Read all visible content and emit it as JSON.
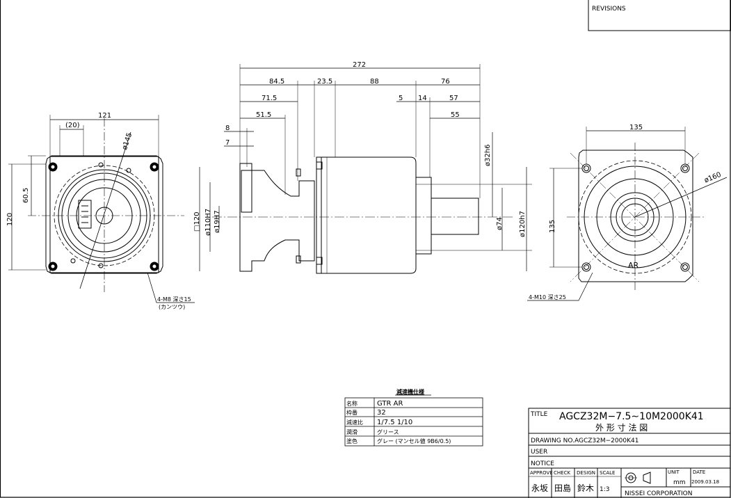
{
  "revisions_label": "REVISIONS",
  "front_view": {
    "dim_121": "121",
    "dim_20": "(20)",
    "dim_phi145": "ø145",
    "dim_60_5": "60.5",
    "dim_120": "120",
    "note_tap": "4-M8 深さ15",
    "note_tap_sub": "(カンツウ)"
  },
  "side_view": {
    "dim_272": "272",
    "dim_84_5": "84.5",
    "dim_23_5": "23.5",
    "dim_88": "88",
    "dim_76": "76",
    "dim_71_5": "71.5",
    "dim_5": "5",
    "dim_14": "14",
    "dim_57": "57",
    "dim_51_5": "51.5",
    "dim_55": "55",
    "dim_8": "8",
    "dim_7": "7",
    "dim_phi32h6": "ø32h6",
    "dim_D120": "□120",
    "dim_phi110H7": "ø110H7",
    "dim_phi19H7": "ø19H7",
    "dim_phi74": "ø74",
    "dim_phi120h7": "ø120h7"
  },
  "rear_view": {
    "dim_135_h": "135",
    "dim_135_v": "135",
    "dim_phi160": "ø160",
    "note_tap": "4-M10 深さ25"
  },
  "spec_table": {
    "title": "減速機仕様",
    "rows": [
      {
        "label": "名称",
        "value": "GTR AR"
      },
      {
        "label": "枠番",
        "value": "32"
      },
      {
        "label": "減速比",
        "value": "1/7.5  1/10"
      },
      {
        "label": "潤滑",
        "value": "グリース"
      },
      {
        "label": "塗色",
        "value": "グレー (マンセル値 9B6/0.5)"
      }
    ]
  },
  "title_block": {
    "title_label": "TITLE",
    "title_value": "AGCZ32M−7.5∼10M2000K41",
    "title_sub": "外 形 寸 法 図",
    "drawing_no_label": "DRAWING NO.",
    "drawing_no_value": "AGCZ32M−2000K41",
    "user_label": "USER",
    "notice_label": "NOTICE",
    "approve_label": "APPROVE",
    "check_label": "CHECK",
    "design_label": "DESIGN",
    "scale_label": "SCALE",
    "unit_label": "UNIT",
    "date_label": "DATE",
    "approve_value": "永坂",
    "check_value": "田島",
    "design_value": "鈴木",
    "scale_value": "1:3",
    "unit_value": "mm",
    "date_value": "2009.03.18",
    "company": "NISSEI  CORPORATION"
  }
}
